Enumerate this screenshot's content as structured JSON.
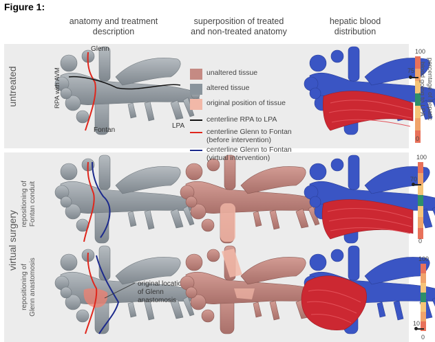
{
  "figure_title": "Figure 1:",
  "columns": {
    "col1": [
      "anatomy and treatment",
      "description"
    ],
    "col2": [
      "superposition of treated",
      "and non-treated anatomy"
    ],
    "col3": [
      "hepatic blood",
      "distribution"
    ]
  },
  "rows": {
    "untreated": "untreated",
    "virtual_surgery": "virtual surgery",
    "conduit": [
      "repositioning of",
      "Fontan conduit"
    ],
    "glenn": [
      "repositioning of",
      "Glenn anastomosis"
    ]
  },
  "annotations": {
    "glenn": "Glenn",
    "rpa_avm": "RPA with AVM",
    "fontan": "Fontan",
    "lpa": "LPA",
    "orig_loc": [
      "original location",
      "of Glenn",
      "anastomosis"
    ]
  },
  "legend": [
    {
      "type": "swatch",
      "color": "#c58a83",
      "label": [
        "unaltered tissue"
      ]
    },
    {
      "type": "swatch",
      "color": "#8a949c",
      "label": [
        "altered tissue"
      ]
    },
    {
      "type": "swatch",
      "color": "#f2b8a8",
      "label": [
        "original position of tissue"
      ]
    },
    {
      "type": "line",
      "color": "#111111",
      "label": [
        "centerline RPA to LPA"
      ]
    },
    {
      "type": "line",
      "color": "#e0261c",
      "label": [
        "centerline Glenn to Fontan",
        "(before intervention)"
      ]
    },
    {
      "type": "line",
      "color": "#1c2a8c",
      "label": [
        "centerline Glenn to Fontan",
        "(virtual intervention)"
      ]
    }
  ],
  "scales": [
    {
      "top": "100",
      "bottom": "0",
      "marker": "75",
      "caption": [
        "percentage of hepatic",
        "blood going to LPA"
      ]
    },
    {
      "top": "100",
      "bottom": "0",
      "marker": "70"
    },
    {
      "top": "100",
      "bottom": "0",
      "marker": "10"
    }
  ],
  "colors": {
    "vessel": "#9ba2a8",
    "tissue": "#c58a83",
    "flow_blue": "#3a55c4",
    "flow_red": "#cc2832",
    "panel": "#ececec"
  }
}
